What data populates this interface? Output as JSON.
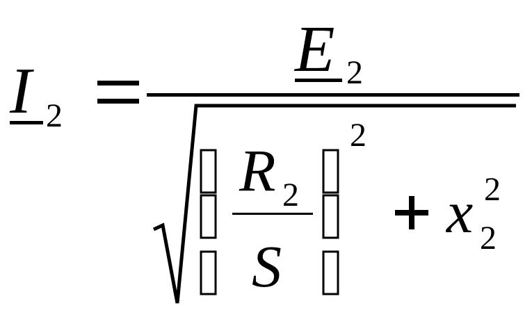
{
  "formula": {
    "lhs": {
      "symbol": "I",
      "subscript": "2"
    },
    "equals_sign": "=",
    "numerator": {
      "symbol": "E",
      "subscript": "2"
    },
    "denominator": {
      "fraction": {
        "numerator": {
          "symbol": "R",
          "subscript": "2"
        },
        "denominator": {
          "symbol": "S"
        }
      },
      "paren_exponent": "2",
      "plus_sign": "+",
      "term": {
        "symbol": "x",
        "subscript": "2",
        "superscript": "2"
      }
    }
  },
  "colors": {
    "ink": "#000000",
    "background": "#ffffff"
  }
}
